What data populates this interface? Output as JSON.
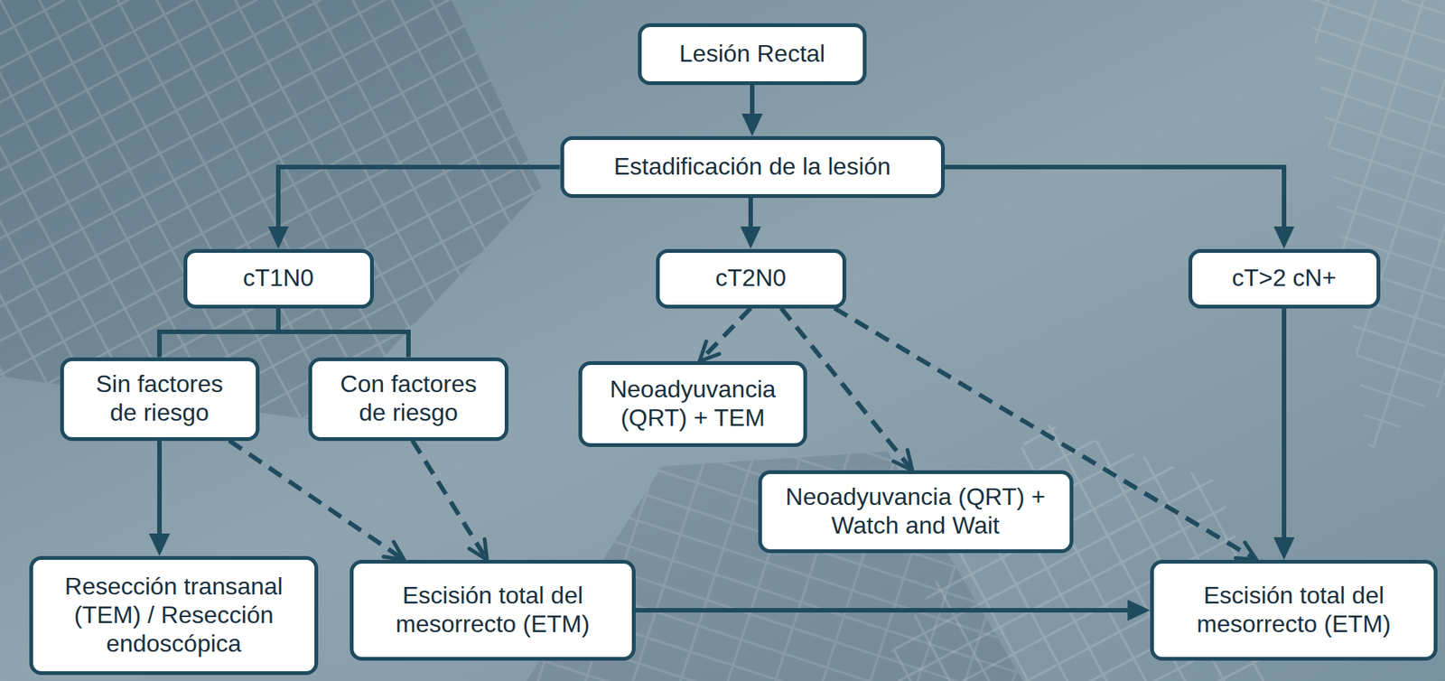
{
  "diagram": {
    "nodes": [
      {
        "text": [
          "Lesión Rectal"
        ]
      },
      {
        "text": [
          "Estadificación de la lesión"
        ]
      },
      {
        "text": [
          "cT1N0"
        ]
      },
      {
        "text": [
          "cT2N0"
        ]
      },
      {
        "text": [
          "cT>2 cN+"
        ]
      },
      {
        "text": [
          "Sin factores de riesgo"
        ]
      },
      {
        "text": [
          "Con factores de riesgo"
        ]
      },
      {
        "text": [
          "Neoadyuvancia (QRT) + TEM"
        ]
      },
      {
        "text": [
          "Neoadyuvancia (QRT) + Watch and Wait"
        ]
      },
      {
        "text": [
          "Resección transanal (TEM) / Resección endoscópica"
        ]
      },
      {
        "text": [
          "Escisión total del mesorrecto (ETM)"
        ]
      },
      {
        "text": [
          "Escisión total del mesorrecto (ETM)"
        ]
      }
    ],
    "edges": [
      {
        "from": 0,
        "to": 1,
        "arrow": "to"
      },
      {
        "from": 1,
        "to": 2,
        "arrow": "to"
      },
      {
        "from": 1,
        "to": 3,
        "arrow": "to"
      },
      {
        "from": 1,
        "to": 4,
        "arrow": "to"
      },
      {
        "from": 2,
        "to": 5,
        "arrow": "none"
      },
      {
        "from": 2,
        "to": 6,
        "arrow": "none"
      },
      {
        "from": 3,
        "to": 7,
        "arrow": "to"
      },
      {
        "from": 3,
        "to": 8,
        "arrow": "to"
      },
      {
        "from": 3,
        "to": 11,
        "arrow": "to"
      },
      {
        "from": 4,
        "to": 11,
        "arrow": "to"
      },
      {
        "from": 5,
        "to": 9,
        "arrow": "to"
      },
      {
        "from": 5,
        "to": 10,
        "arrow": "to"
      },
      {
        "from": 6,
        "to": 10,
        "arrow": "to"
      },
      {
        "from": 10,
        "to": 11,
        "arrow": "to"
      }
    ]
  }
}
